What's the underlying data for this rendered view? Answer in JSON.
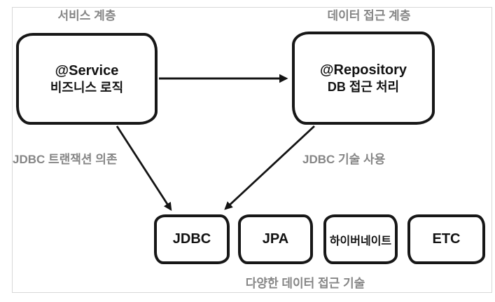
{
  "diagram": {
    "layer_labels": {
      "service": "서비스 계층",
      "data_access": "데이터 접근 계층"
    },
    "nodes": {
      "service": {
        "title": "@Service",
        "subtitle": "비즈니스 로직"
      },
      "repository": {
        "title": "@Repository",
        "subtitle": "DB 접근 처리"
      },
      "tech": [
        {
          "id": "jdbc",
          "label": "JDBC"
        },
        {
          "id": "jpa",
          "label": "JPA"
        },
        {
          "id": "hibernate",
          "label": "하이버네이트"
        },
        {
          "id": "etc",
          "label": "ETC"
        }
      ]
    },
    "edge_labels": {
      "jdbc_transaction_dependency": "JDBC 트랜잭션 의존",
      "jdbc_technology_usage": "JDBC 기술 사용"
    },
    "caption": "다양한 데이터 접근 기술",
    "colors": {
      "box_border": "#171717",
      "arrow": "#141414",
      "gray_label": "#868686",
      "frame_border": "#d8d8d8",
      "background": "#ffffff"
    }
  }
}
